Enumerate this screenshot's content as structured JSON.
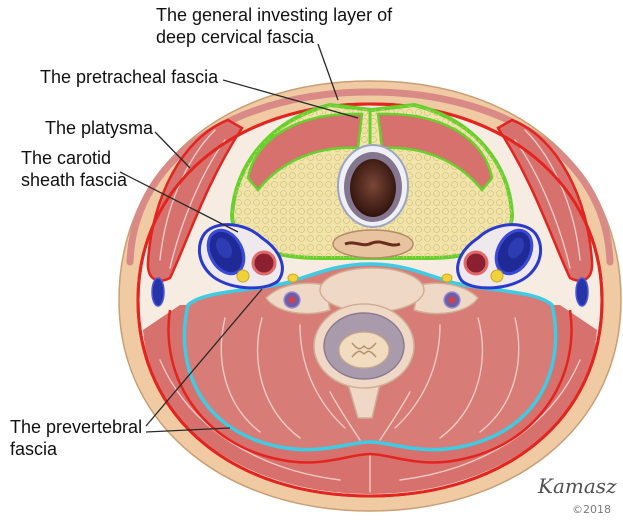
{
  "labels": {
    "investing_layer": [
      "The general investing layer of",
      "deep cervical fascia"
    ],
    "pretracheal": "The pretracheal fascia",
    "platysma": "The platysma",
    "carotid_sheath": [
      "The carotid",
      "sheath fascia"
    ],
    "prevertebral": [
      "The prevertebral",
      "fascia"
    ]
  },
  "signature": "Kamasz",
  "copyright": "©2018",
  "colors": {
    "investing_layer": "#e3241f",
    "pretracheal_fascia": "#66d12c",
    "carotid_sheath": "#2a3acd",
    "prevertebral_fascia": "#3fcbe3"
  }
}
